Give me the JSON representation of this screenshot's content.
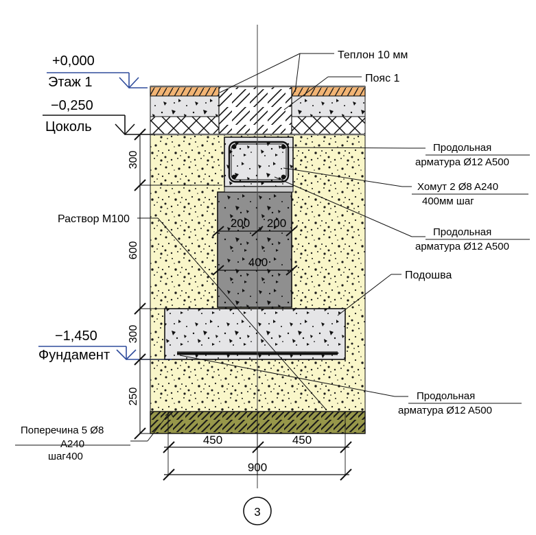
{
  "drawing": {
    "title": "Foundation cross-section",
    "axis_marker": "3",
    "colors": {
      "sand_fill": "#f7f4c2",
      "soil": "#97974a",
      "concrete_light": "#e3e3e5",
      "pier_gray": "#8f8f8f",
      "brick_orange": "#f0b070",
      "level_blue": "#2e4b9b",
      "line": "#000000"
    }
  },
  "levels": [
    {
      "elevation": "+0,000",
      "name": "Этаж 1"
    },
    {
      "elevation": "−0,250",
      "name": "Цоколь"
    },
    {
      "elevation": "−1,450",
      "name": "Фундамент"
    }
  ],
  "annotations": {
    "teplon": {
      "line1": "Теплон 10 мм"
    },
    "poyas": {
      "line1": "Пояс 1"
    },
    "rebar_top": {
      "line1": "Продольная",
      "line2": "арматура Ø12 A500"
    },
    "stirrup": {
      "line1": "Хомут 2 Ø8 A240",
      "line2": "400мм шаг"
    },
    "rebar_mid": {
      "line1": "Продольная",
      "line2": "арматура Ø12 A500"
    },
    "rastvor": {
      "line1": "Раствор М100"
    },
    "podoshva": {
      "line1": "Подошва"
    },
    "rebar_bot": {
      "line1": "Продольная",
      "line2": "арматура Ø12 A500"
    },
    "poperechina": {
      "line1": "Поперечина 5 Ø8",
      "line2": "А240",
      "line3": "шаг400"
    }
  },
  "dimensions": {
    "vertical": [
      "300",
      "600",
      "300",
      "250"
    ],
    "horizontal": [
      "450",
      "450",
      "900"
    ],
    "pier": [
      "200",
      "200",
      "400"
    ]
  }
}
